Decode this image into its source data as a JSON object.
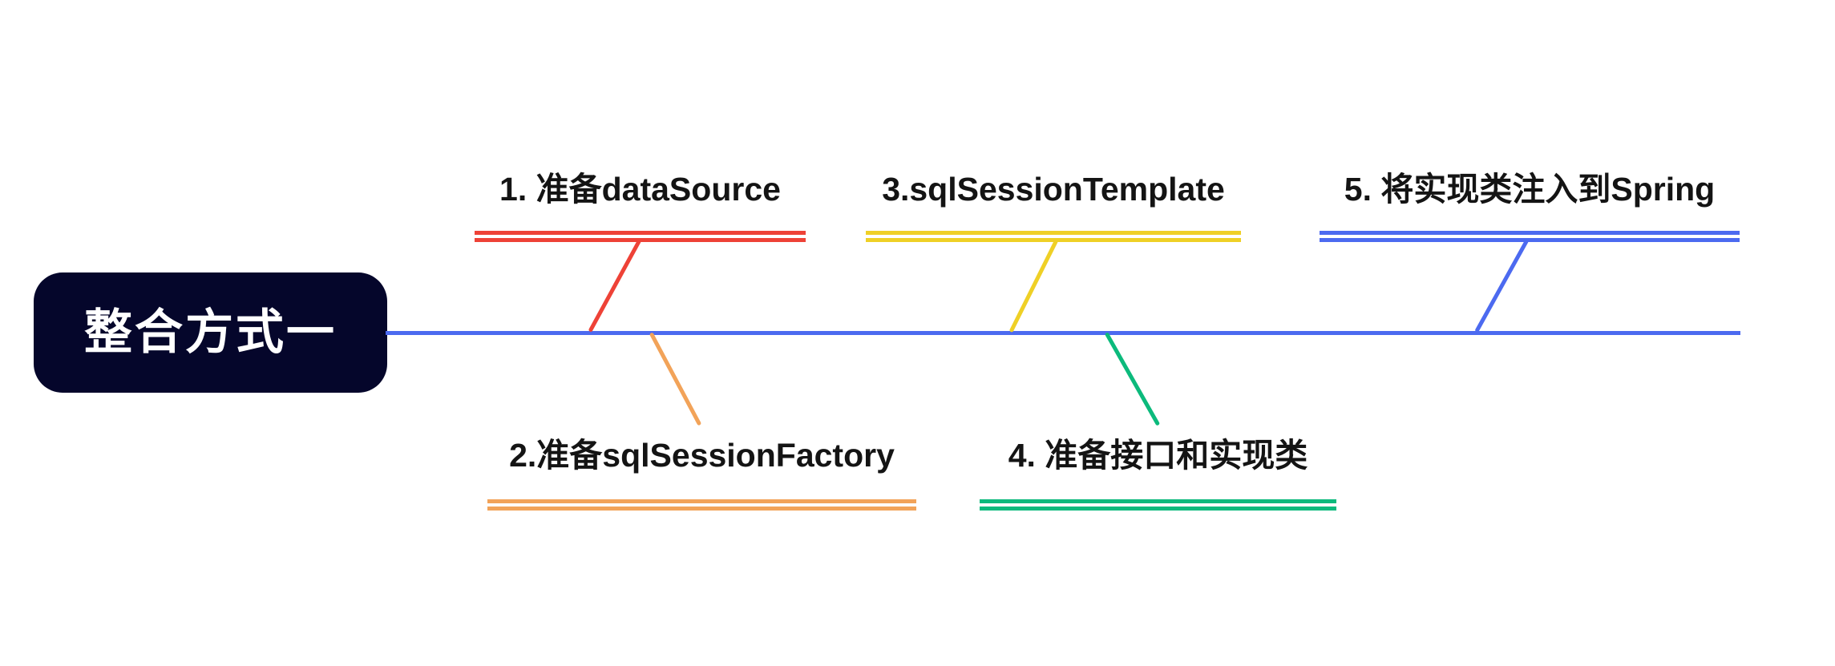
{
  "diagram": {
    "type": "fishbone-mindmap",
    "title": "整合方式一",
    "title_text_color": "#ffffff",
    "root_bg_color": "#05062b",
    "spine_color": "#4c6af0",
    "label_text_color": "#141414",
    "branches": [
      {
        "index": "1",
        "label": "1. 准备dataSource",
        "color": "#ee4237",
        "side": "top"
      },
      {
        "index": "2",
        "label": "2.准备sqlSessionFactory",
        "color": "#f2a359",
        "side": "bottom"
      },
      {
        "index": "3",
        "label": "3.sqlSessionTemplate",
        "color": "#efd026",
        "side": "top"
      },
      {
        "index": "4",
        "label": "4. 准备接口和实现类",
        "color": "#0cba7c",
        "side": "bottom"
      },
      {
        "index": "5",
        "label": "5. 将实现类注入到Spring",
        "color": "#4c6af0",
        "side": "top"
      }
    ]
  }
}
